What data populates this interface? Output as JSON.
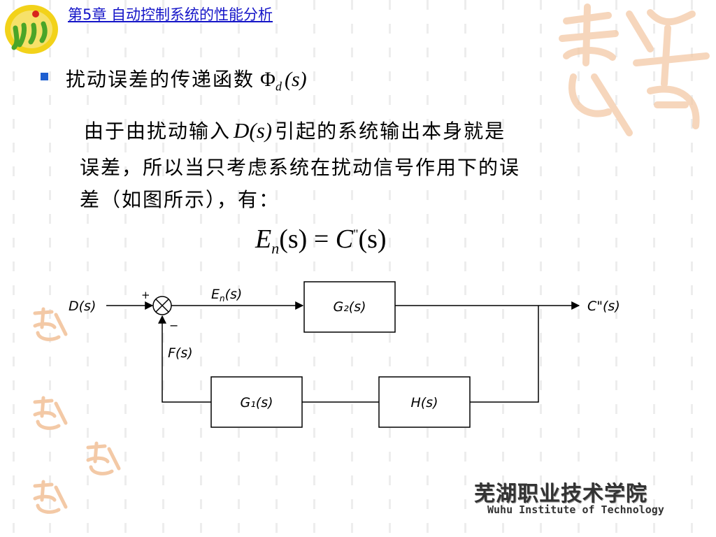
{
  "header": {
    "chapter_title": "第5章  自动控制系统的性能分析"
  },
  "section": {
    "heading": "扰动误差的传递函数",
    "heading_symbol": "Φ",
    "heading_subscript": "d",
    "heading_arg": "(s)"
  },
  "paragraph": {
    "line1_pre": "由于由扰动输入",
    "line1_math": "D(s)",
    "line1_post": "引起的系统输出本身就是",
    "line2": "误差，所以当只考虑系统在扰动信号作用下的误",
    "line3": "差（如图所示），有："
  },
  "formula": {
    "lhs": "E",
    "lhs_sub": "n",
    "lhs_arg": "(s) = ",
    "rhs": "C",
    "rhs_sup": "\"",
    "rhs_arg": "(s)"
  },
  "diagram": {
    "input_label": "D(s)",
    "plus_sign": "+",
    "minus_sign": "−",
    "error_label": "E",
    "error_sub": "n",
    "error_arg": "(s)",
    "forward_block": "G₂(s)",
    "output_label": "C\"(s)",
    "feedback_label": "F(s)",
    "feedback_block_1": "G₁(s)",
    "feedback_block_2": "H(s)"
  },
  "footer": {
    "institute_cn": "芜湖职业技术学院",
    "institute_en": "Wuhu Institute of Technology"
  },
  "colors": {
    "chapter_link": "#1515c8",
    "bullet": "#1e5fd0",
    "logo_yellow": "#f2d21a",
    "logo_green": "#4aa528",
    "decor_orange": "#f3c9a6"
  }
}
